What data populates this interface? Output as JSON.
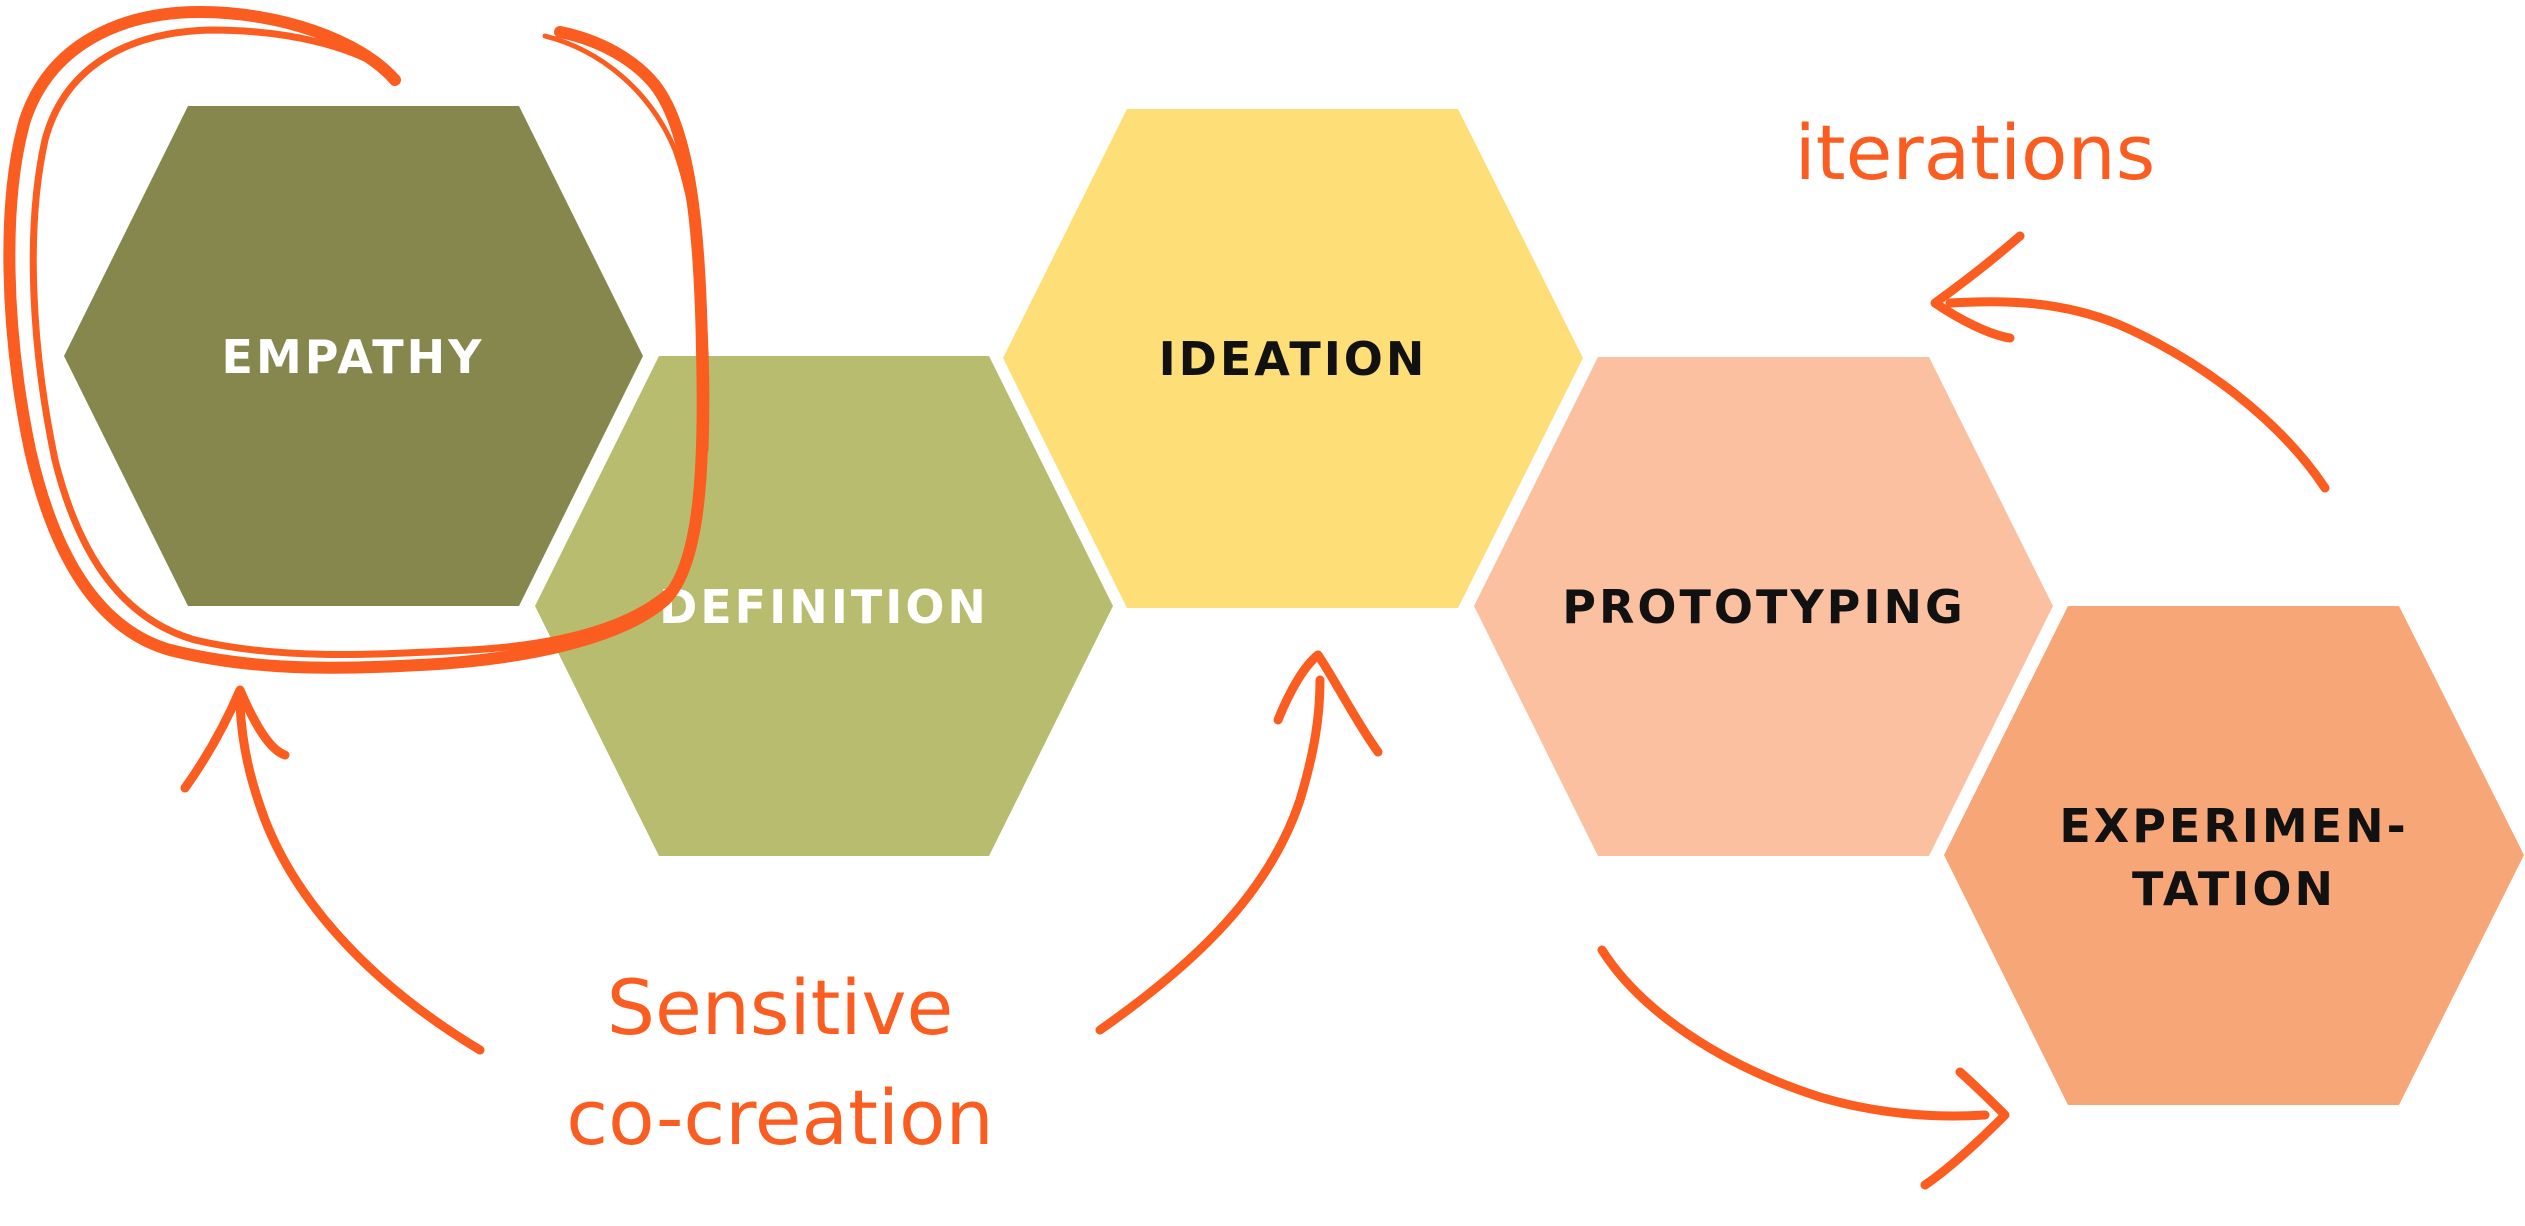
{
  "stages": [
    {
      "id": "empathy",
      "label": "EMPATHY",
      "fill": "#86874d",
      "text_color": "#ffffff"
    },
    {
      "id": "definition",
      "label": "DEFINITION",
      "fill": "#b8bc6e",
      "text_color": "#ffffff"
    },
    {
      "id": "ideation",
      "label": "IDEATION",
      "fill": "#fede76",
      "text_color": "#111111"
    },
    {
      "id": "prototyping",
      "label": "PROTOTYPING",
      "fill": "#fac09f",
      "text_color": "#111111"
    },
    {
      "id": "experimentation",
      "label_line1": "EXPERIMEN-",
      "label_line2": "TATION",
      "fill": "#f7a677",
      "text_color": "#111111"
    }
  ],
  "annotations": {
    "iterations": "iterations",
    "cocreation_line1": "Sensitive",
    "cocreation_line2": "co-creation"
  },
  "colors": {
    "accent": "#fb5c1f",
    "background": "#ffffff"
  }
}
